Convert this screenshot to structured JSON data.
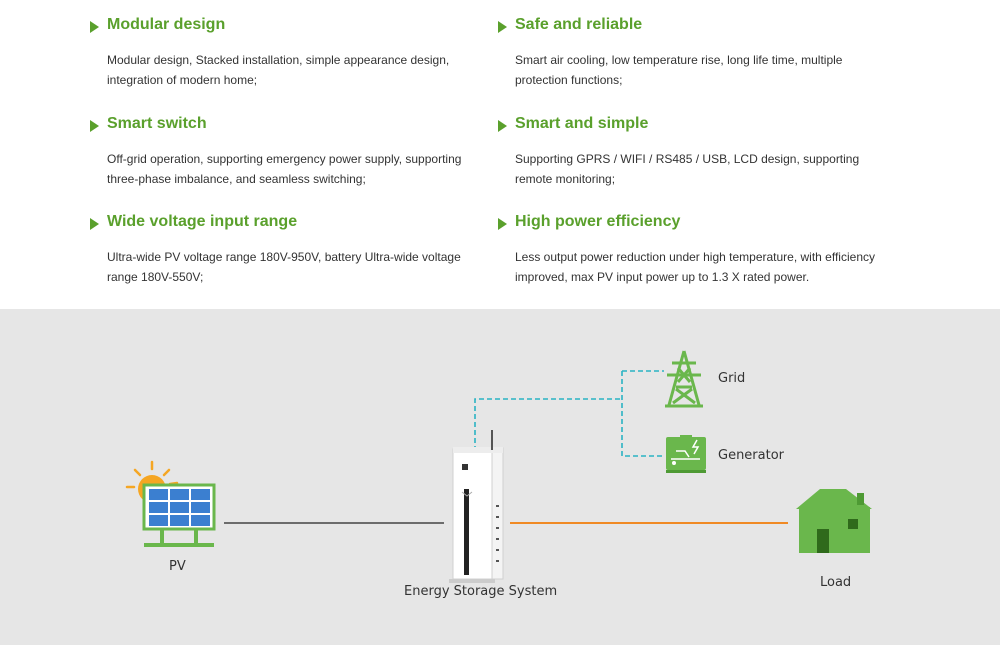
{
  "features": [
    {
      "title": "Modular design",
      "desc": "Modular design, Stacked installation, simple appearance design, integration of modern home;"
    },
    {
      "title": "Safe and reliable",
      "desc": "Smart air cooling, low temperature rise, long life time, multiple protection functions;"
    },
    {
      "title": "Smart switch",
      "desc": "Off-grid operation, supporting emergency power supply, supporting three-phase imbalance, and seamless switching;"
    },
    {
      "title": "Smart and simple",
      "desc": "Supporting GPRS / WIFI / RS485 / USB, LCD design, supporting remote monitoring;"
    },
    {
      "title": "Wide voltage input range",
      "desc": "Ultra-wide PV voltage range 180V-950V, battery Ultra-wide voltage range 180V-550V;"
    },
    {
      "title": "High power efficiency",
      "desc": "Less output power reduction under high temperature, with efficiency improved, max PV input power up to 1.3 X rated power."
    }
  ],
  "diagram": {
    "pv_label": "PV",
    "ess_label": "Energy Storage System",
    "grid_label": "Grid",
    "generator_label": "Generator",
    "load_label": "Load",
    "icons": [
      "solar-panel-icon",
      "sun-icon",
      "battery-cabinet-icon",
      "transmission-tower-icon",
      "generator-icon",
      "house-icon"
    ]
  },
  "colors": {
    "accent_green": "#5aa02c",
    "icon_green": "#6ab74c",
    "panel_blue": "#3b7fd0",
    "sun_orange": "#f5a623",
    "pv_line": "#444444",
    "ac_line": "#f08a24",
    "dashed_line": "#2ab3c4",
    "diagram_background": "#e6e6e6"
  }
}
